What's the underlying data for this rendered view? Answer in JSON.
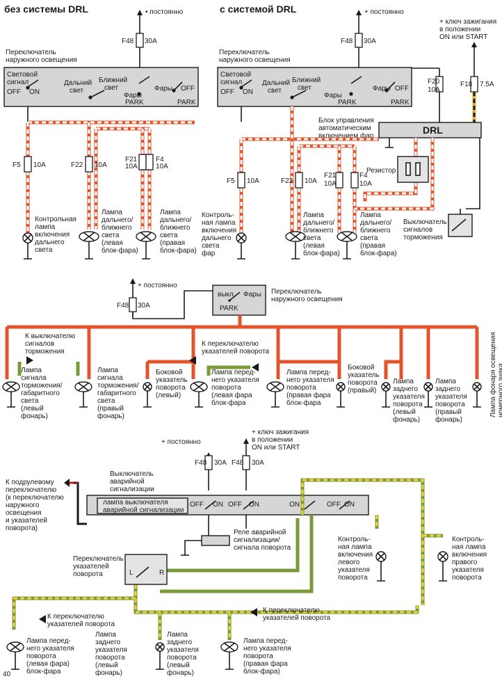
{
  "titles": {
    "no_drl": "без системы DRL",
    "with_drl": "с системой DRL"
  },
  "common": {
    "constant_dot": "• постоянно",
    "constant": "+ постоянно",
    "plus_constant": "+ постоянно",
    "f48": "F48",
    "a30": "30A"
  },
  "drl_off": {
    "switch_title": "Переключатель\nнаружного освещения",
    "pos_signal": "Световой\nсигнал",
    "off": "OFF",
    "on": "ON",
    "high": "Дальний\nсвет",
    "low": "Ближний\nсвет",
    "heads": "Фары",
    "park": "PARK",
    "f5": "F5",
    "f5a": "10A",
    "f22": "F22",
    "f22a": "10A",
    "f21": "F21",
    "f21a": "10A",
    "f4": "F4",
    "f4a": "10A",
    "lamp_ind": "Контрольная\nлампа\nвключения\nдальнего\nсвета",
    "lamp_left": "Лампа\nдальнего/\nближнего\nсвета\n(левая\nблок-фара)",
    "lamp_right": "Лампа\nдальнего/\nближнего\nсвета\n(правая\nблок-фара)"
  },
  "drl_on": {
    "switch_title": "Переключатель\nнаружного освещения",
    "ignition": "+ ключ зажигания\nв положении\nON или START",
    "f20": "F20",
    "f20a": "10A",
    "f18": "F18",
    "f18a": "7.5A",
    "drl_block_label": "Блок управления\nавтоматическим\nвключением фар",
    "drl": "DRL",
    "resistor": "Резистор",
    "brake_switch": "Выключатель\nсигналов\nторможения",
    "lamp_ind": "Контроль-\nная лампа\nвключения\nдальнего\nсвета",
    "lamp_left": "Лампа\nдальнего/\nближнего\nсвета\n(левая\nблок-фара)",
    "lamp_right": "Лампа\nдальнего/\nближнего\nсвета\n(правая\nблок-фара)",
    "fare": "фар"
  },
  "side_lights": {
    "switch_title": "Переключатель\nнаружного освещения",
    "vykl": "выкл.",
    "heads": "Фары",
    "park": "PARK",
    "to_brake": "К выключателю\nсигналов\nторможения",
    "to_turn": "К переключателю\nуказателей поворота",
    "lamp1": "Лампа\nсигнала\nторможения/\nгабаритного\nсвета\n(левый\nфонарь)",
    "lamp2": "Лампа\nсигнала\nторможения/\nгабаритного\nсвета\n(правый\nфонарь)",
    "lamp3": "Боковой\nуказатель\nповорота\n(левый)",
    "lamp4": "Лампа перед-\nнего указателя\nповорота\n(левая фара\nблок-фара)",
    "lamp5": "Лампа перед-\nнего указателя\nповорота\n(правая фара\nблок-фара)",
    "lamp6": "Боковой\nуказатель\nповорота\n(правый)",
    "lamp7": "Лампа\nзаднего\nуказателя\nповорота\n(левый\nфонарь)",
    "lamp8": "Лампа\nзаднего\nуказателя\nповорота\n(правый\nфонарь)",
    "lamp9": "Лампа фонаря освещения\nномерного знака"
  },
  "hazard": {
    "ignition": "+ ключ зажигания\nв положении\nON или START",
    "switch_title": "Выключатель\nаварийной\nсигнализации",
    "switch_lamp": "лампа выключателя\nаварийной сигнализации",
    "to_steering": "К подрулевому\nпереключателю\n(к переключателю\nнаружного\nосвещения\nи указателей\nповорота)",
    "relay": "Реле аварийной\nсигнализации/\nсигнала поворота",
    "turn_switch": "Переключатель\nуказателей\nповорота",
    "L": "L",
    "R": "R",
    "ind_left": "Контроль-\nная лампа\nвключения\nлевого\nуказателя\nповорота",
    "ind_right": "Контроль-\nная лампа\nвключения\nправого\nуказателя\nповорота",
    "to_turn1": "К переключателю\nуказателей поворота",
    "to_turn2": "К переключателю\nуказателей поворота",
    "lamp1": "Лампа перед-\nнего указателя\nповорота\n(левая фара)\nблок-фара",
    "lamp2": "Лампа\nзаднего\nуказателя\nповорота\n(левый\nфонарь)",
    "lamp3": "Лампа\nзаднего\nуказателя\nповорота\n(левый\nфонарь)",
    "lamp4": "Лампа перед-\nнего указателя\nповорота\n(правая фара\nблок-фара)",
    "page_no": "40"
  },
  "colors": {
    "orange": "#e2552c",
    "olive": "#7a9a3a",
    "yellow": "#f0d23a",
    "red": "#d01818",
    "gray": "#d6d6d6"
  }
}
